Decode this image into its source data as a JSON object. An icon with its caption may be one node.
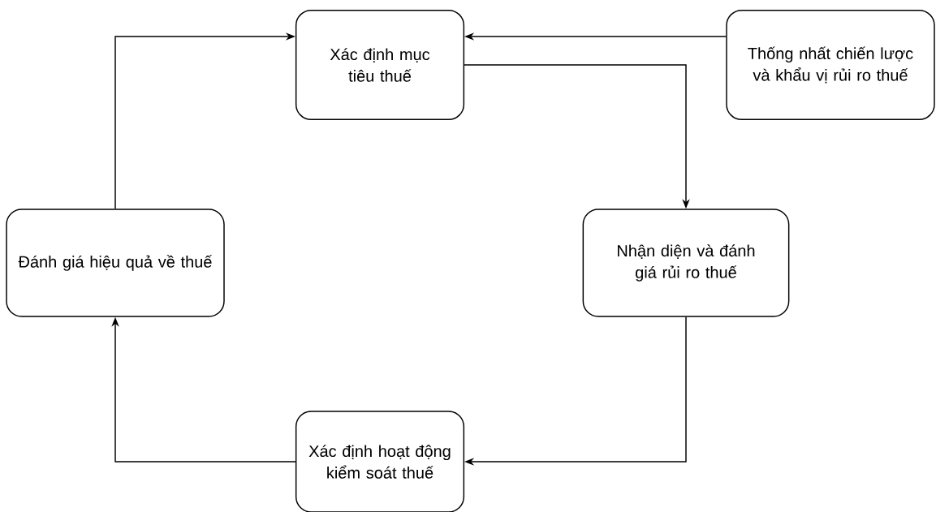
{
  "diagram": {
    "nodes": [
      {
        "text": [
          "Xác định mục tiêu thuế"
        ]
      },
      {
        "text": [
          "Thống nhất chiến lược và khẩu vị rủi ro thuế"
        ]
      },
      {
        "text": [
          "Nhận diện và đánh giá rủi ro thuế"
        ]
      },
      {
        "text": [
          "Xác định hoạt động kiểm soát thuế"
        ]
      },
      {
        "text": [
          "Đánh giá hiệu quả về thuế"
        ]
      }
    ],
    "edges": [
      {
        "from": 1,
        "to": 0,
        "arrow": "to"
      },
      {
        "from": 0,
        "to": 2,
        "arrow": "to"
      },
      {
        "from": 2,
        "to": 3,
        "arrow": "to"
      },
      {
        "from": 3,
        "to": 4,
        "arrow": "to"
      },
      {
        "from": 4,
        "to": 0,
        "arrow": "to"
      }
    ]
  }
}
